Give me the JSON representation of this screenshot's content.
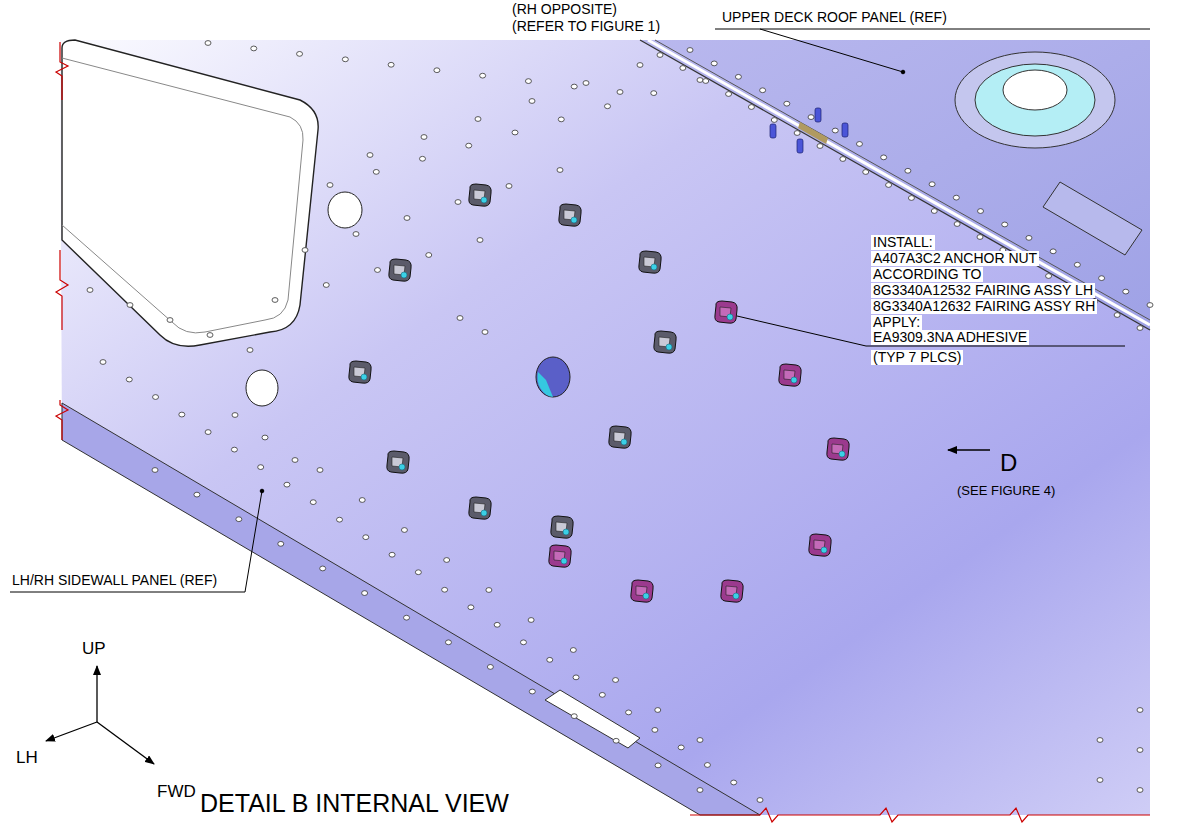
{
  "diagram": {
    "title": "DETAIL B INTERNAL VIEW",
    "labels": [
      "(RH OPPOSITE)",
      "(REFER TO FIGURE 1)",
      "UPPER DECK ROOF PANEL (REF)",
      "INSTALL:",
      "A407A3C2 ANCHOR NUT",
      "ACCORDING TO",
      "8G3340A12532 FAIRING ASSY LH",
      "8G3340A12632 FAIRING ASSY RH",
      "APPLY:",
      "EA9309.3NA ADHESIVE",
      "(TYP 7 PLCS)",
      "D",
      "(SEE FIGURE 4)",
      "LH/RH SIDEWALL PANEL (REF)",
      "UP",
      "LH",
      "FWD"
    ]
  }
}
